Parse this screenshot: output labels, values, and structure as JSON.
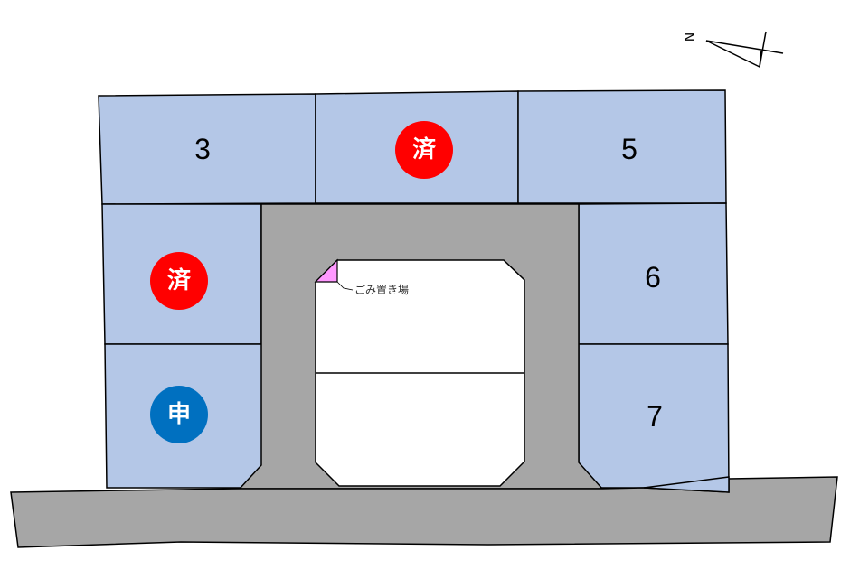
{
  "lots": [
    {
      "label": "3"
    },
    {
      "label": "5"
    },
    {
      "label": "6"
    },
    {
      "label": "7"
    }
  ],
  "badges": [
    {
      "text": "済",
      "status": "sold",
      "color": "#ff0000"
    },
    {
      "text": "済",
      "status": "sold",
      "color": "#ff0000"
    },
    {
      "text": "申",
      "status": "applied",
      "color": "#0070c0"
    }
  ],
  "garbage_area": {
    "label": "ごみ置き場",
    "color": "#ff99ff"
  },
  "compass": {
    "label": "N"
  },
  "colors": {
    "lot": "#b4c7e7",
    "road": "#a6a6a6"
  }
}
